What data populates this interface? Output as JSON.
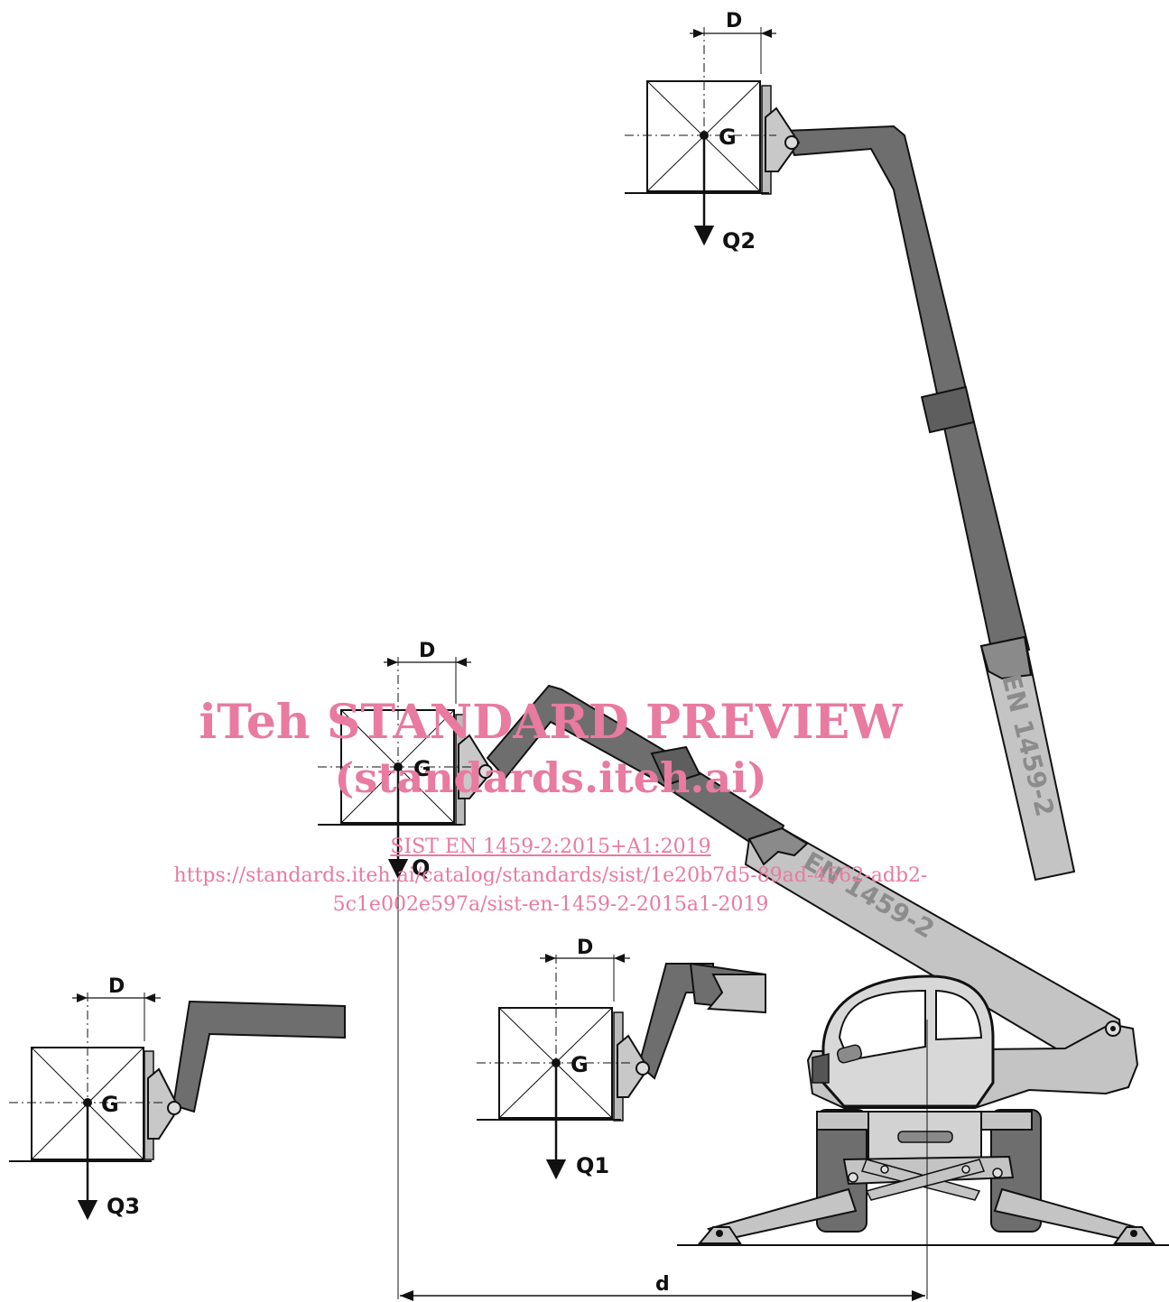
{
  "diagram": {
    "labels": {
      "dimension_d_upper": "D",
      "dimension_d_middle": "D",
      "dimension_d_lower_mid": "D",
      "dimension_d_lower_left": "D",
      "centre_upper": "G",
      "centre_middle": "G",
      "centre_lower_mid": "G",
      "centre_lower_left": "G",
      "load_q": "Q",
      "load_q1": "Q1",
      "load_q2": "Q2",
      "load_q3": "Q3",
      "distance": "d"
    },
    "boom_markings": [
      "EN 1459-2",
      "EN 1459-2"
    ]
  },
  "watermark": {
    "title": "iTeh STANDARD PREVIEW",
    "subtitle": "(standards.iteh.ai)",
    "standard_link": "SIST EN 1459-2:2015+A1:2019",
    "url_line1": "https://standards.iteh.ai/catalog/standards/sist/1e20b7d5-89ad-4562-adb2-",
    "url_line2": "5c1e002e597a/sist-en-1459-2-2015a1-2019"
  },
  "colors": {
    "boom_dark": "#6e6e6e",
    "boom_light": "#c4c4c4",
    "outline": "#111111",
    "watermark": "#e97aa0"
  }
}
